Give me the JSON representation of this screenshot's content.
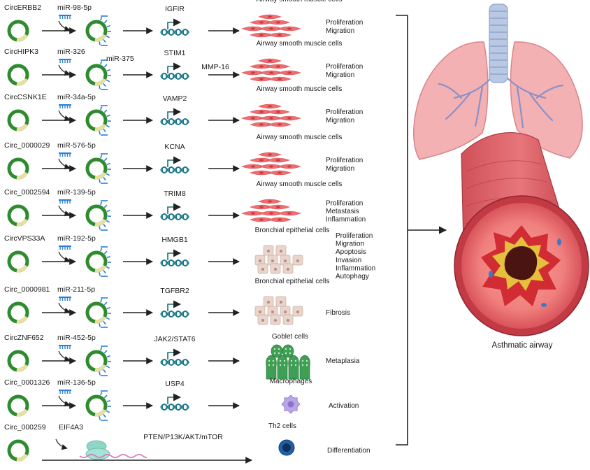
{
  "rows": [
    {
      "circ": "CircERBB2",
      "mirna": "miR-98-5p",
      "mirna2": "",
      "target": "IGFIR",
      "target2": "",
      "cell": "Airway smooth muscle cells",
      "cell_type": "asm",
      "effects": [
        "Proliferation",
        "Migration"
      ]
    },
    {
      "circ": "CircHIPK3",
      "mirna": "miR-326",
      "mirna2": "miR-375",
      "target": "STIM1",
      "target2": "MMP-16",
      "cell": "Airway smooth muscle cells",
      "cell_type": "asm",
      "effects": [
        "Proliferation",
        "Migration"
      ]
    },
    {
      "circ": "CircCSNK1E",
      "mirna": "miR-34a-5p",
      "mirna2": "",
      "target": "VAMP2",
      "target2": "",
      "cell": "Airway smooth muscle cells",
      "cell_type": "asm",
      "effects": [
        "Proliferation",
        "Migration"
      ]
    },
    {
      "circ": "Circ_0000029",
      "mirna": "miR-576-5p",
      "mirna2": "",
      "target": "KCNA",
      "target2": "",
      "cell": "Airway smooth muscle cells",
      "cell_type": "asm",
      "effects": [
        "Proliferation",
        "Migration"
      ]
    },
    {
      "circ": "Circ_0002594",
      "mirna": "miR-139-5p",
      "mirna2": "",
      "target": "TRIM8",
      "target2": "",
      "cell": "Airway smooth muscle cells",
      "cell_type": "asm",
      "effects": [
        "Proliferation",
        "Metastasis",
        "Inflammation"
      ]
    },
    {
      "circ": "CircVPS33A",
      "mirna": "miR-192-5p",
      "mirna2": "",
      "target": "HMGB1",
      "target2": "",
      "cell": "Bronchial epithelial cells",
      "cell_type": "epi",
      "effects": [
        "Proliferation",
        "Migration",
        "Apoptosis",
        "Invasion",
        "Inflammation",
        "Autophagy"
      ]
    },
    {
      "circ": "Circ_0000981",
      "mirna": "miR-211-5p",
      "mirna2": "",
      "target": "TGFBR2",
      "target2": "",
      "cell": "Bronchial epithelial cells",
      "cell_type": "epi",
      "effects": [
        "Fibrosis"
      ]
    },
    {
      "circ": "CircZNF652",
      "mirna": "miR-452-5p",
      "mirna2": "",
      "target": "JAK2/STAT6",
      "target2": "",
      "cell": "Goblet  cells",
      "cell_type": "goblet",
      "effects": [
        "Metaplasia"
      ]
    },
    {
      "circ": "Circ_0001326",
      "mirna": "miR-136-5p",
      "mirna2": "",
      "target": "USP4",
      "target2": "",
      "cell": "Macrophages",
      "cell_type": "mac",
      "effects": [
        "Activation"
      ]
    },
    {
      "circ": "Circ_000259",
      "mirna": "EIF4A3",
      "mirna2": "",
      "target": "PTEN/P13K/AKT/mTOR",
      "target2": "",
      "cell": "Th2  cells",
      "cell_type": "th2",
      "effects": [
        "Differentiation"
      ]
    }
  ],
  "outcome": {
    "label": "Asthmatic airway"
  },
  "colors": {
    "circ_ring": "#2e8b2e",
    "circ_gap": "#e8e0a0",
    "mirna": "#2a7fd4",
    "dna": "#1e7a8a",
    "asm_cell": "#ee6e70",
    "epi_cell": "#e9d5cc",
    "goblet": "#3f9f55",
    "macrophage": "#b9a6e6",
    "th2": "#2060a8",
    "lung": "#f2a6a8",
    "trachea": "#b9c8e3",
    "airway": "#c9434a"
  }
}
